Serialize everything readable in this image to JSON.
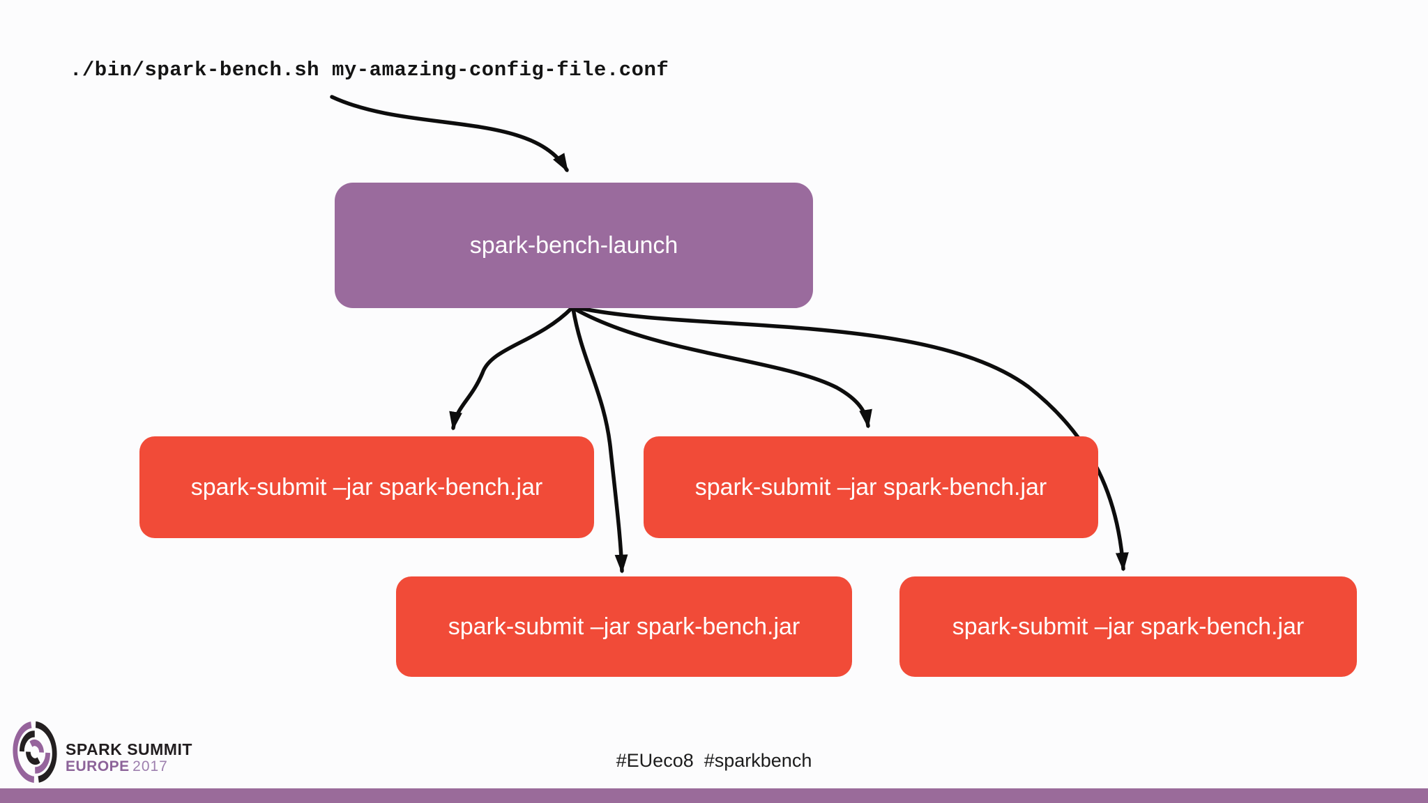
{
  "command_line": {
    "text": "./bin/spark-bench.sh my-amazing-config-file.conf"
  },
  "diagram": {
    "root": {
      "label": "spark-bench-launch",
      "fill": "#9a6b9d"
    },
    "workers": [
      {
        "label": "spark-submit –jar spark-bench.jar"
      },
      {
        "label": "spark-submit –jar spark-bench.jar"
      },
      {
        "label": "spark-submit –jar spark-bench.jar"
      },
      {
        "label": "spark-submit –jar spark-bench.jar"
      }
    ],
    "worker_fill": "#f14b38",
    "arrow_color": "#0d0d0d",
    "label_text_color": "#ffffff"
  },
  "footer": {
    "logo": {
      "title": "SPARK SUMMIT",
      "subtitle_region": "EUROPE",
      "subtitle_year": "2017",
      "mark_purple": "#96649c",
      "mark_black": "#231f20"
    },
    "hashtags": "#EUeco8  #sparkbench",
    "bar_color": "#9a6b9a"
  },
  "background": "#fcfcfd"
}
